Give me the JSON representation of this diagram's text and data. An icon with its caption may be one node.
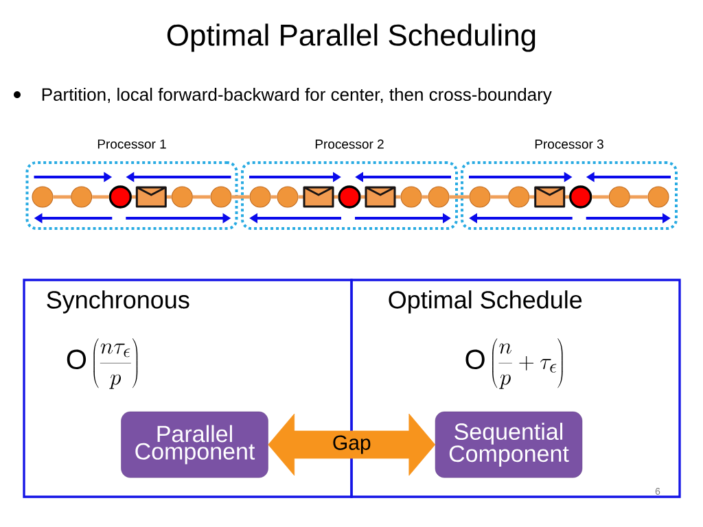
{
  "diagram": {
    "title": "Optimal Parallel Scheduling",
    "nodes": [
      {
        "text": [
          "Processor 1"
        ]
      },
      {
        "text": [
          "Processor 2"
        ]
      },
      {
        "text": [
          "Processor 3"
        ]
      },
      {
        "text": [],
        "shape": "circle",
        "in": 0
      },
      {
        "text": [],
        "shape": "circle",
        "in": 0
      },
      {
        "text": [],
        "shape": "circle",
        "in": 0
      },
      {
        "text": [],
        "shape": "circle",
        "in": 0
      },
      {
        "text": [],
        "shape": "circle",
        "in": 0
      },
      {
        "text": [],
        "shape": "circle",
        "in": 1
      },
      {
        "text": [],
        "shape": "circle",
        "in": 1
      },
      {
        "text": [],
        "shape": "circle",
        "in": 1
      },
      {
        "text": [],
        "shape": "circle",
        "in": 1
      },
      {
        "text": [],
        "shape": "circle",
        "in": 1
      },
      {
        "text": [],
        "shape": "circle",
        "in": 2
      },
      {
        "text": [],
        "shape": "circle",
        "in": 2
      },
      {
        "text": [],
        "shape": "circle",
        "in": 2
      },
      {
        "text": [],
        "shape": "circle",
        "in": 2
      },
      {
        "text": [],
        "shape": "circle",
        "in": 2
      },
      {
        "text": [
          "Synchronous"
        ]
      },
      {
        "text": [
          "Optimal Schedule"
        ]
      },
      {
        "text": [
          "Parallel Component"
        ],
        "in": 18
      },
      {
        "text": [
          "Sequential Component"
        ],
        "in": 19
      }
    ],
    "edges": [
      {
        "from": 3,
        "to": 4,
        "arrow": "none"
      },
      {
        "from": 4,
        "to": 5,
        "arrow": "none"
      },
      {
        "from": 5,
        "to": 6,
        "arrow": "none"
      },
      {
        "from": 6,
        "to": 7,
        "arrow": "none"
      },
      {
        "from": 7,
        "to": 8,
        "arrow": "none"
      },
      {
        "from": 8,
        "to": 9,
        "arrow": "none"
      },
      {
        "from": 9,
        "to": 10,
        "arrow": "none"
      },
      {
        "from": 10,
        "to": 11,
        "arrow": "none"
      },
      {
        "from": 11,
        "to": 12,
        "arrow": "none"
      },
      {
        "from": 12,
        "to": 13,
        "arrow": "none"
      },
      {
        "from": 13,
        "to": 14,
        "arrow": "none"
      },
      {
        "from": 14,
        "to": 15,
        "arrow": "none"
      },
      {
        "from": 15,
        "to": 16,
        "arrow": "none"
      },
      {
        "from": 16,
        "to": 17,
        "arrow": "none"
      },
      {
        "from": 20,
        "to": 21,
        "arrow": "both",
        "label": "Gap",
        "style": "thick",
        "color": "#f7941d"
      }
    ],
    "labels": [
      "Partition,  local forward-backward for center, then cross-boundary",
      "\\mathrm{O}\\left(\\frac{n}{p}+\\tau_{\\epsilon}\\right)",
      "\\mathrm{O}\\left(\\frac{n\\tau_{\\epsilon}}{p}\\right)",
      "6"
    ]
  }
}
